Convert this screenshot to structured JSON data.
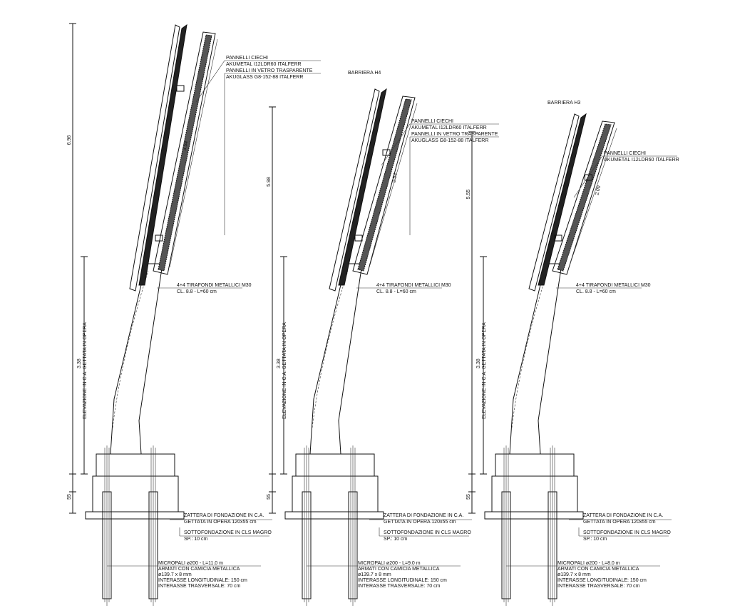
{
  "panels": [
    {
      "title": "",
      "total_height": "6.96",
      "wall_height": "3.38",
      "found_height": "55",
      "elevation_label": "ELEVAZIONE IN C.A. GETTATA IN OPERA",
      "panel_height": "3.54",
      "labels": [
        {
          "line1": "PANNELLI CIECHI",
          "line2": "AKUMETAL I12LDR60 ITALFERR"
        },
        {
          "line1": "PANNELLI IN VETRO TRASPARENTE",
          "line2": "AKUGLASS G8-152-88 ITALFERR"
        }
      ],
      "anchors": {
        "line1": "4+4 TIRAFONDI METALLICI M30",
        "line2": "CL. 8.8 - L=60 cm"
      },
      "raft": {
        "line1": "ZATTERA DI FONDAZIONE IN C.A.",
        "line2": "GETTATA IN OPERA 120x55 cm"
      },
      "subbase": {
        "line1": "SOTTOFONDAZIONE IN CLS MAGRO",
        "line2": "SP.: 10 cm"
      },
      "piles": [
        "MICROPALI ø200 - L=11.0 m",
        "ARMATI CON CAMICIA METALLICA",
        "ø139.7 x 8 mm",
        "INTERASSE LONGITUDINALE: 150 cm",
        "INTERASSE TRASVERSALE: 70 cm"
      ]
    },
    {
      "title": "BARRIERA H4",
      "total_height": "5.98",
      "wall_height": "3.38",
      "found_height": "55",
      "elevation_label": "ELEVAZIONE IN C.A. GETTATA IN OPERA",
      "panel_height": "2.54",
      "labels": [
        {
          "line1": "PANNELLI CIECHI",
          "line2": "AKUMETAL I12LDR60 ITALFERR"
        },
        {
          "line1": "PANNELLI IN VETRO TRASPARENTE",
          "line2": "AKUGLASS G8-152-88 ITALFERR"
        }
      ],
      "anchors": {
        "line1": "4+4 TIRAFONDI METALLICI M30",
        "line2": "CL. 8.8 - L=60 cm"
      },
      "raft": {
        "line1": "ZATTERA DI FONDAZIONE IN C.A.",
        "line2": "GETTATA IN OPERA 120x55 cm"
      },
      "subbase": {
        "line1": "SOTTOFONDAZIONE IN CLS MAGRO",
        "line2": "SP.: 10 cm"
      },
      "piles": [
        "MICROPALI ø200 - L=9.0 m",
        "ARMATI CON CAMICIA METALLICA",
        "ø139.7 x 8 mm",
        "INTERASSE LONGITUDINALE: 150 cm",
        "INTERASSE TRASVERSALE: 70 cm"
      ]
    },
    {
      "title": "BARRIERA H3",
      "total_height": "5.55",
      "wall_height": "3.38",
      "found_height": "55",
      "elevation_label": "ELEVAZIONE IN C.A. GETTATA IN OPERA",
      "panel_height": "2.00",
      "labels": [
        {
          "line1": "PANNELLI CIECHI",
          "line2": "AKUMETAL I12LDR60 ITALFERR"
        }
      ],
      "anchors": {
        "line1": "4+4 TIRAFONDI METALLICI M30",
        "line2": "CL. 8.8 - L=60 cm"
      },
      "raft": {
        "line1": "ZATTERA DI FONDAZIONE IN C.A.",
        "line2": "GETTATA IN OPERA 120x55 cm"
      },
      "subbase": {
        "line1": "SOTTOFONDAZIONE IN CLS MAGRO",
        "line2": "SP.: 10 cm"
      },
      "piles": [
        "MICROPALI ø200 - L=8.0 m",
        "ARMATI CON CAMICIA METALLICA",
        "ø139.7 x 8 mm",
        "INTERASSE LONGITUDINALE: 150 cm",
        "INTERASSE TRASVERSALE: 70 cm"
      ]
    }
  ]
}
